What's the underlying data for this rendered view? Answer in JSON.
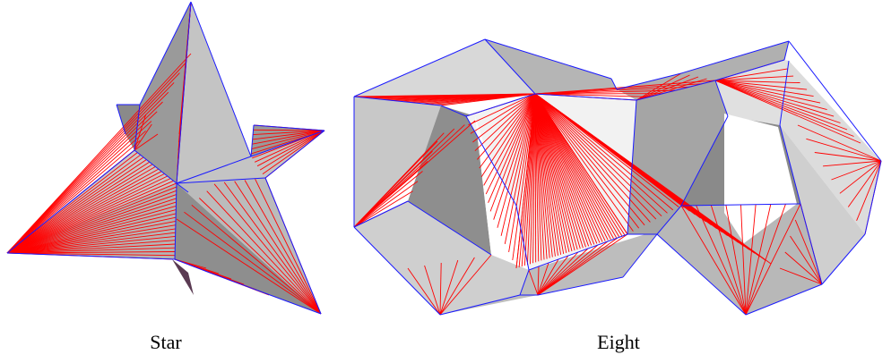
{
  "panels": [
    {
      "id": "star",
      "caption": "Star"
    },
    {
      "id": "eight",
      "caption": "Eight"
    }
  ],
  "colors": {
    "background": "#ffffff",
    "edge": "#1a1aff",
    "ray": "#ff0000",
    "face_light": "#e4e4e4",
    "face_mid": "#c4c4c4",
    "face_dark": "#9a9a9a",
    "face_shadow": "#7f7f7f",
    "back_face": "#5a3a52"
  }
}
